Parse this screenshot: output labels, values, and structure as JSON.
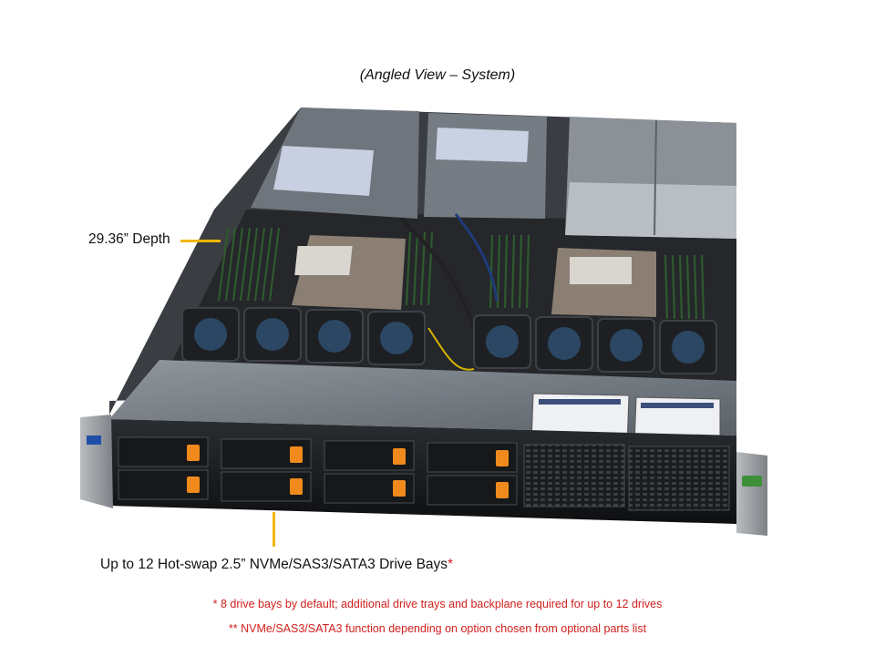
{
  "title": "(Angled View – System)",
  "callouts": {
    "depth": "29.36” Depth",
    "bays": "Up to 12 Hot-swap 2.5” NVMe/SAS3/SATA3 Drive Bays",
    "bays_marker": "*"
  },
  "footnotes": [
    "* 8 drive bays by default; additional drive trays and backplane required for up to 12 drives",
    "** NVMe/SAS3/SATA3 function depending on option chosen from optional parts list"
  ],
  "colors": {
    "accent_line": "#f2b600",
    "footnote_red": "#d0201c",
    "drive_latch_orange": "#f08a1c"
  }
}
